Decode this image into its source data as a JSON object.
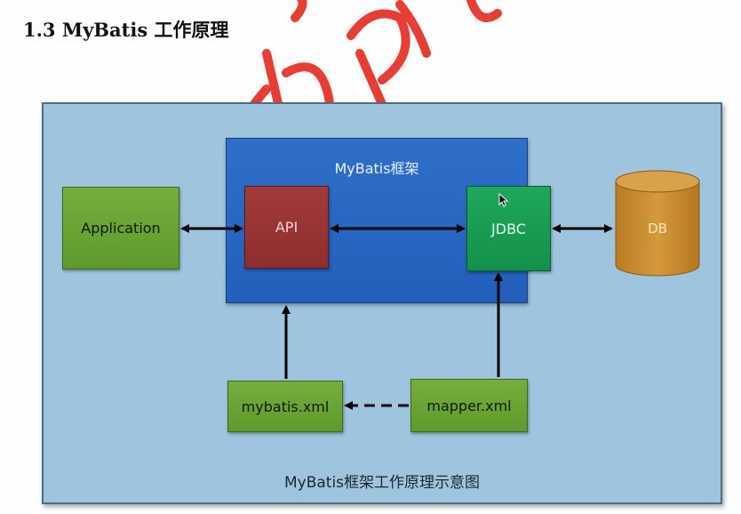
{
  "page": {
    "title": "1.3 MyBatis 工作原理"
  },
  "diagram": {
    "framework_label": "MyBatis框架",
    "caption": "MyBatis框架工作原理示意图",
    "nodes": {
      "application": "Application",
      "api": "API",
      "jdbc": "JDBC",
      "db": "DB",
      "mybatis_xml": "mybatis.xml",
      "mapper_xml": "mapper.xml"
    },
    "colors": {
      "background_panel": "#9fc4de",
      "framework": "#2f6fc9",
      "application": "#6ca537",
      "api": "#9a3434",
      "jdbc": "#18a050",
      "db": "#c98a2c",
      "xml_nodes": "#6ca537",
      "watermark": "#e8332a"
    }
  }
}
